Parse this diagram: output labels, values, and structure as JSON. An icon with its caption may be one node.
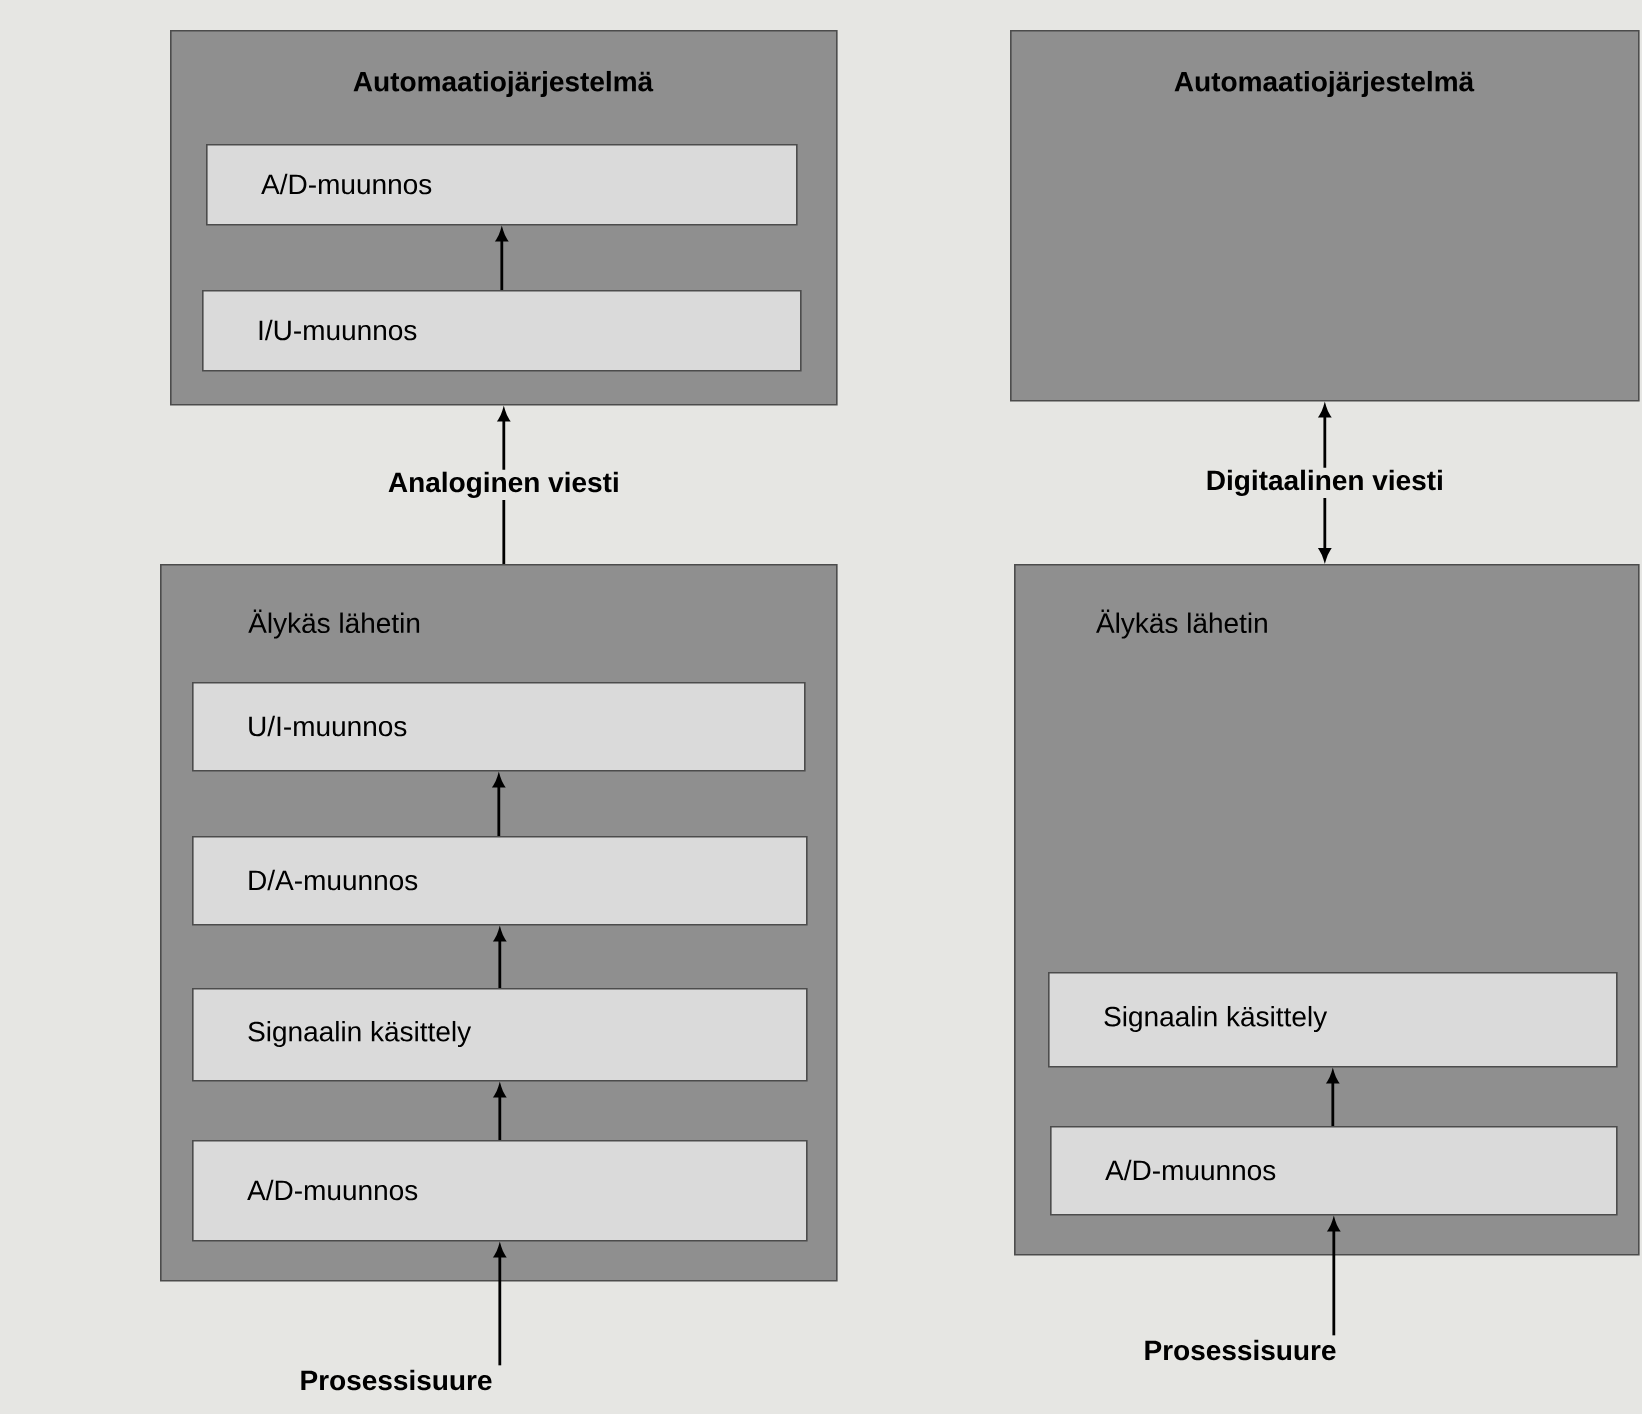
{
  "diagram": {
    "nodes": [
      {
        "text": [
          "Automaatiojärjestelmä"
        ]
      },
      {
        "text": [
          "A/D-muunnos"
        ],
        "in": 0
      },
      {
        "text": [
          "I/U-muunnos"
        ],
        "in": 0
      },
      {
        "text": [
          "Automaatiojärjestelmä"
        ]
      },
      {
        "text": [
          "Älykäs lähetin"
        ]
      },
      {
        "text": [
          "U/I-muunnos"
        ],
        "in": 4
      },
      {
        "text": [
          "D/A-muunnos"
        ],
        "in": 4
      },
      {
        "text": [
          "Signaalin käsittely"
        ],
        "in": 4
      },
      {
        "text": [
          "A/D-muunnos"
        ],
        "in": 4
      },
      {
        "text": [
          "Älykäs lähetin"
        ]
      },
      {
        "text": [
          "Signaalin käsittely"
        ],
        "in": 9
      },
      {
        "text": [
          "A/D-muunnos"
        ],
        "in": 9
      },
      {
        "text": [
          "Prosessisuure"
        ]
      },
      {
        "text": [
          "Prosessisuure"
        ]
      }
    ],
    "edges": [
      {
        "from": 2,
        "to": 1,
        "arrow": "to"
      },
      {
        "from": 4,
        "to": 0,
        "arrow": "to",
        "label": "Analoginen viesti"
      },
      {
        "from": 9,
        "to": 3,
        "arrow": "both",
        "label": "Digitaalinen viesti"
      },
      {
        "from": 6,
        "to": 5,
        "arrow": "to"
      },
      {
        "from": 7,
        "to": 6,
        "arrow": "to"
      },
      {
        "from": 8,
        "to": 7,
        "arrow": "to"
      },
      {
        "from": 12,
        "to": 8,
        "arrow": "to"
      },
      {
        "from": 11,
        "to": 10,
        "arrow": "to"
      },
      {
        "from": 13,
        "to": 11,
        "arrow": "to"
      }
    ]
  }
}
